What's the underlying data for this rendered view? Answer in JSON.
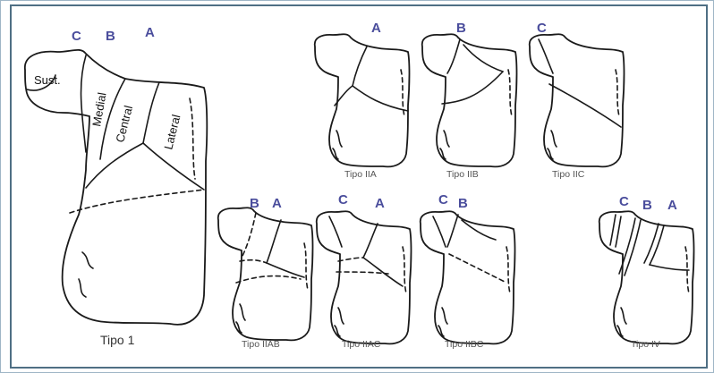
{
  "colors": {
    "letter": "#4a4d9c",
    "border": "#4f6f84"
  },
  "tipo1": {
    "letters": [
      "C",
      "B",
      "A"
    ],
    "zones": {
      "sust": "Sust.",
      "medial": "Medial",
      "central": "Central",
      "lateral": "Lateral"
    },
    "caption": "Tipo 1"
  },
  "tipo_iia": {
    "letter": "A",
    "caption": "Tipo IIA"
  },
  "tipo_iib": {
    "letter": "B",
    "caption": "Tipo IIB"
  },
  "tipo_iic": {
    "letter": "C",
    "caption": "Tipo IIC"
  },
  "tipo_iiab": {
    "letters": [
      "B",
      "A"
    ],
    "caption": "Tipo IIAB"
  },
  "tipo_iiac": {
    "letters": [
      "C",
      "A"
    ],
    "caption": "Tipo IIAC"
  },
  "tipo_iibc": {
    "letters": [
      "C",
      "B"
    ],
    "caption": "Tipo IIBC"
  },
  "tipo_iv": {
    "letters": [
      "C",
      "B",
      "A"
    ],
    "caption": "Tipo IV"
  }
}
